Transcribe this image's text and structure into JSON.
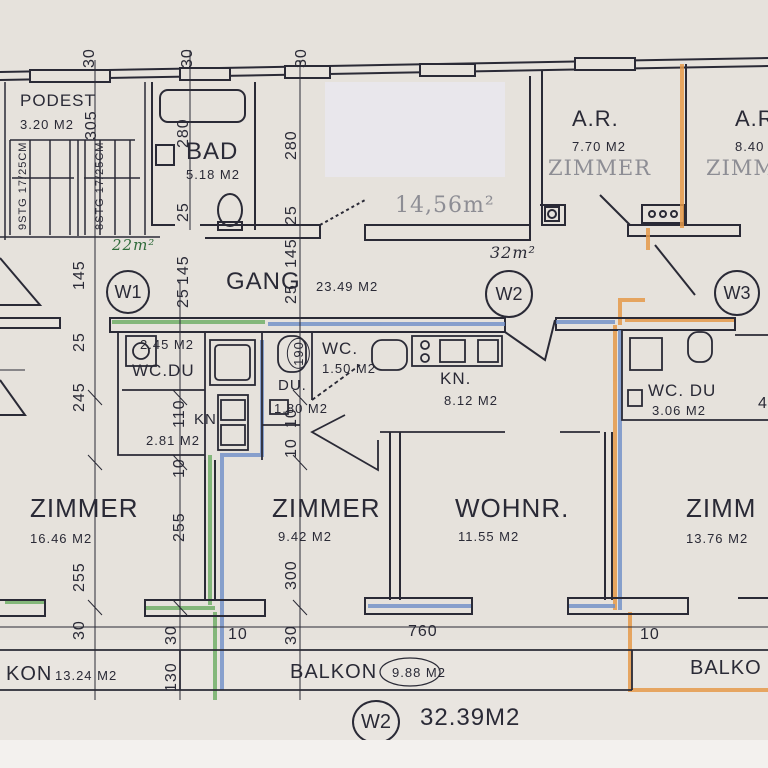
{
  "colors": {
    "paper": "#e6e2dc",
    "ink": "#2a2a36",
    "green_marker": "#62a85a",
    "blue_marker": "#6f8fc8",
    "orange_marker": "#e59a4a",
    "pencil": "#8d8d94"
  },
  "rooms": {
    "podest": {
      "name": "PODEST",
      "area": "3.20 M2"
    },
    "stair_left": {
      "text": "9STG 17/25CM"
    },
    "stair_right": {
      "text": "8STG 17/25CM"
    },
    "bad": {
      "name": "BAD",
      "area": "5.18 M2"
    },
    "zimmer_top": {
      "pencil_area": "14,56m²"
    },
    "ar1": {
      "name": "A.R.",
      "area": "7.70 M2",
      "pencil": "ZIMMER"
    },
    "ar2": {
      "name": "A.R",
      "area": "8.40",
      "pencil": "ZIMM"
    },
    "gang": {
      "name": "GANG",
      "area": "23.49 M2"
    },
    "wcdu1": {
      "name": "WC.DU",
      "area": "2.45 M2"
    },
    "kn1": {
      "name": "KN",
      "area": "2.81 M2"
    },
    "wc2": {
      "name": "WC.",
      "area": "1.50 M2"
    },
    "du2": {
      "name": "DU.",
      "area": "1.80 M2"
    },
    "kn2": {
      "name": "KN.",
      "area": "8.12 M2"
    },
    "wcdu3": {
      "name": "WC. DU",
      "area": "3.06 M2"
    },
    "zimmer1": {
      "name": "ZIMMER",
      "area": "16.46 M2"
    },
    "zimmer2": {
      "name": "ZIMMER",
      "area": "9.42 M2"
    },
    "wohnr": {
      "name": "WOHNR.",
      "area": "11.55 M2"
    },
    "zimmer3": {
      "name": "ZIMM",
      "area": "13.76 M2"
    },
    "balkon1": {
      "name": "KON",
      "area": "13.24 M2"
    },
    "balkon2": {
      "name": "BALKON",
      "area": "9.88 M2"
    },
    "balkon3": {
      "name": "BALKO"
    }
  },
  "units": {
    "w1": "W1",
    "w2": "W2",
    "w3": "W3",
    "total_label": "W2",
    "total_area": "32.39M2"
  },
  "handwritten": {
    "m2_a": "22m²",
    "m2_b": "32m²"
  },
  "dimensions": {
    "d30a": "30",
    "d30b": "30",
    "d280a": "280",
    "d280b": "280",
    "d305": "305",
    "d25a": "25",
    "d25b": "25",
    "d145a": "145",
    "d145b": "145",
    "d145c": "145",
    "d25c": "25",
    "d25d": "25",
    "d245": "245",
    "d110": "110",
    "d10a": "10",
    "d255a": "255",
    "d255b": "255",
    "d30c": "30",
    "d30d": "30",
    "d130": "130",
    "d30e": "30",
    "d10b": "10",
    "d10c": "10",
    "d300": "300",
    "d30f": "30",
    "d760": "760",
    "d10d": "10",
    "d190": "190",
    "d4": "4"
  }
}
